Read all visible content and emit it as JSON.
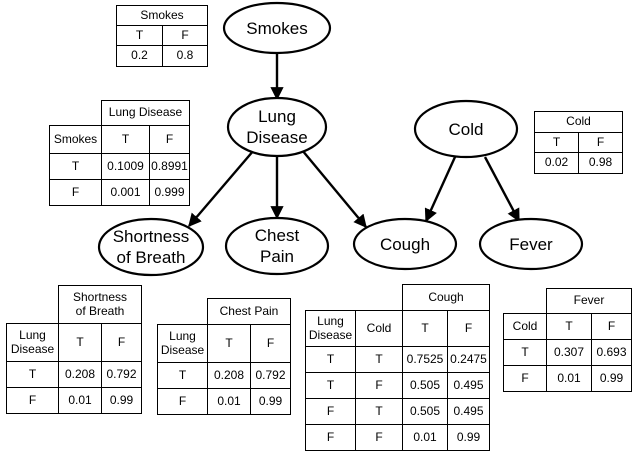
{
  "nodes": {
    "smokes": [
      "Smokes"
    ],
    "lung_disease": [
      "Lung",
      "Disease"
    ],
    "cold": [
      "Cold"
    ],
    "shortness_of_breath": [
      "Shortness",
      "of Breath"
    ],
    "chest_pain": [
      "Chest",
      "Pain"
    ],
    "cough": [
      "Cough"
    ],
    "fever": [
      "Fever"
    ]
  },
  "cpts": {
    "smokes": {
      "header": "Smokes",
      "cols": [
        "T",
        "F"
      ],
      "values": [
        "0.2",
        "0.8"
      ]
    },
    "lung_disease": {
      "header": "Lung Disease",
      "parent": "Smokes",
      "cols": [
        "T",
        "F"
      ],
      "rows": [
        {
          "p": "T",
          "v": [
            "0.1009",
            "0.8991"
          ]
        },
        {
          "p": "F",
          "v": [
            "0.001",
            "0.999"
          ]
        }
      ]
    },
    "cold": {
      "header": "Cold",
      "cols": [
        "T",
        "F"
      ],
      "values": [
        "0.02",
        "0.98"
      ]
    },
    "shortness_of_breath": {
      "header": [
        "Shortness",
        "of Breath"
      ],
      "parent": [
        "Lung",
        "Disease"
      ],
      "cols": [
        "T",
        "F"
      ],
      "rows": [
        {
          "p": "T",
          "v": [
            "0.208",
            "0.792"
          ]
        },
        {
          "p": "F",
          "v": [
            "0.01",
            "0.99"
          ]
        }
      ]
    },
    "chest_pain": {
      "header": "Chest Pain",
      "parent": [
        "Lung",
        "Disease"
      ],
      "cols": [
        "T",
        "F"
      ],
      "rows": [
        {
          "p": "T",
          "v": [
            "0.208",
            "0.792"
          ]
        },
        {
          "p": "F",
          "v": [
            "0.01",
            "0.99"
          ]
        }
      ]
    },
    "cough": {
      "header": "Cough",
      "parent1": [
        "Lung",
        "Disease"
      ],
      "parent2": "Cold",
      "cols": [
        "T",
        "F"
      ],
      "rows": [
        {
          "p1": "T",
          "p2": "T",
          "v": [
            "0.7525",
            "0.2475"
          ]
        },
        {
          "p1": "T",
          "p2": "F",
          "v": [
            "0.505",
            "0.495"
          ]
        },
        {
          "p1": "F",
          "p2": "T",
          "v": [
            "0.505",
            "0.495"
          ]
        },
        {
          "p1": "F",
          "p2": "F",
          "v": [
            "0.01",
            "0.99"
          ]
        }
      ]
    },
    "fever": {
      "header": "Fever",
      "parent": "Cold",
      "cols": [
        "T",
        "F"
      ],
      "rows": [
        {
          "p": "T",
          "v": [
            "0.307",
            "0.693"
          ]
        },
        {
          "p": "F",
          "v": [
            "0.01",
            "0.99"
          ]
        }
      ]
    }
  }
}
